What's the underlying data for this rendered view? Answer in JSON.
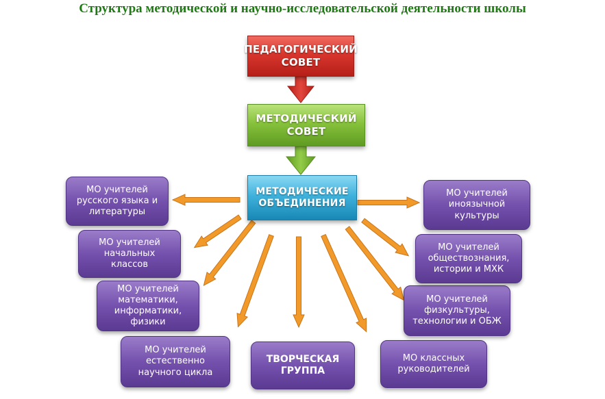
{
  "title": "Структура методической и научно-исследовательской  деятельности школы",
  "colors": {
    "title": "#1e7a12",
    "red_block": "#d8362d",
    "green_block": "#87c23c",
    "blue_block": "#3fb2dc",
    "purple_block": "#7451ad",
    "orange_arrow": "#f19a2a"
  },
  "blocks": {
    "ped_council": "ПЕДАГОГИЧЕСКИЙ\nСОВЕТ",
    "method_council": "МЕТОДИЧЕСКИЙ\nСОВЕТ",
    "method_unions": "МЕТОДИЧЕСКИЕ\nОБЪЕДИНЕНИЯ",
    "mo_russian": "МО учителей\nрусского языка и\nлитературы",
    "mo_primary": "МО учителей\nначальных\nклассов",
    "mo_math": "МО учителей\nматематики,\nинформатики,\nфизики",
    "mo_science": "МО учителей\nестественно\nнаучного цикла",
    "creative_group": "ТВОРЧЕСКАЯ\nГРУППА",
    "mo_class_teachers": "МО классных\nруководителей",
    "mo_pe": "МО учителей\nфизкультуры,\nтехнологии и ОБЖ",
    "mo_social": "МО учителей\nобществознания,\nистории и МХК",
    "mo_foreign": "МО учителей\nиноязычной\nкультуры"
  }
}
